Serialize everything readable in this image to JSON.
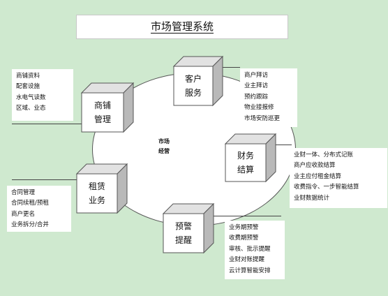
{
  "title": "市场管理系统",
  "center": {
    "line1": "市场",
    "line2": "经营"
  },
  "modules": {
    "shop": {
      "line1": "商铺",
      "line2": "管理",
      "items": [
        "商铺资料",
        "配套设施",
        "水电气读数",
        "区域、业态"
      ]
    },
    "customer": {
      "line1": "客户",
      "line2": "服务",
      "items": [
        "商户拜访",
        "业主拜访",
        "预约跟踪",
        "物业接报修",
        "市场安防巡更"
      ]
    },
    "finance": {
      "line1": "财务",
      "line2": "结算",
      "items": [
        "业财一体、分布式记账",
        "商户应收款结算",
        "业主应付租金结算",
        "收费指令、一步智能结算",
        "业财数据统计"
      ]
    },
    "lease": {
      "line1": "租赁",
      "line2": "业务",
      "items": [
        "合同管理",
        "合同续租/预租",
        "商户更名",
        "业务拆分/合并"
      ]
    },
    "alert": {
      "line1": "预警",
      "line2": "提醒",
      "items": [
        "业务期预警",
        "收费期预警",
        "审核、批示提醒",
        "业财对账提醒",
        "云计算智能安排"
      ]
    }
  },
  "colors": {
    "background": "#cfe9cf",
    "cube_front": "#ffffff",
    "cube_side": "#b9b9b9",
    "cube_top": "#e2e2e2",
    "outline": "#555555"
  }
}
